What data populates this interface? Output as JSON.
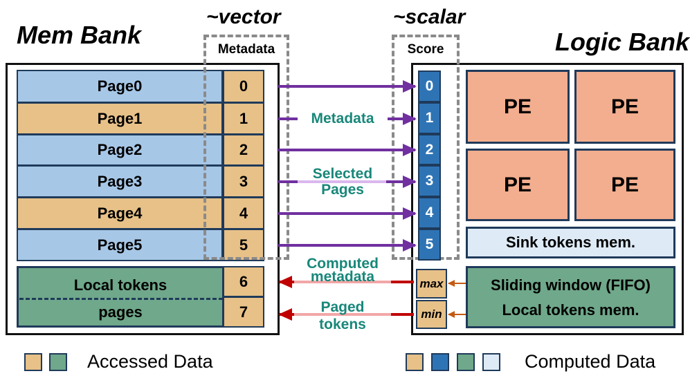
{
  "mem_bank": {
    "title": "Mem Bank",
    "pages": [
      {
        "label": "Page0",
        "meta": "0",
        "color": "#a7c7e7"
      },
      {
        "label": "Page1",
        "meta": "1",
        "color": "#e7c188"
      },
      {
        "label": "Page2",
        "meta": "2",
        "color": "#a7c7e7"
      },
      {
        "label": "Page3",
        "meta": "3",
        "color": "#a7c7e7"
      },
      {
        "label": "Page4",
        "meta": "4",
        "color": "#e7c188"
      },
      {
        "label": "Page5",
        "meta": "5",
        "color": "#a7c7e7"
      }
    ],
    "local_top": "Local tokens",
    "local_bottom": "pages",
    "local_meta": [
      "6",
      "7"
    ]
  },
  "vector_box": {
    "title": "~vector",
    "header": "Metadata"
  },
  "scalar_box": {
    "title": "~scalar",
    "header": "Score",
    "scores": [
      "0",
      "1",
      "2",
      "3",
      "4",
      "5"
    ]
  },
  "arrows": {
    "metadata": "Metadata",
    "selected_1": "Selected",
    "selected_2": "Pages",
    "computed_1": "Computed",
    "computed_2": "metadata",
    "paged_1": "Paged",
    "paged_2": "tokens"
  },
  "logic_bank": {
    "title": "Logic Bank",
    "pe_labels": [
      "PE",
      "PE",
      "PE",
      "PE"
    ],
    "sink": "Sink tokens mem.",
    "sliding_1": "Sliding window (FIFO)",
    "sliding_2": "Local tokens mem.",
    "max": "max",
    "min": "min"
  },
  "legend": {
    "accessed": "Accessed Data",
    "computed": "Computed Data"
  },
  "colors": {
    "page_blue": "#a7c7e7",
    "page_tan": "#e7c188",
    "score_blue": "#2e74b5",
    "pe": "#f2ae8e",
    "green": "#6fa88a",
    "sink_light": "#deebf7",
    "arrow_purple": "#7030a0",
    "arrow_red": "#c00000",
    "teal_text": "#18877a"
  }
}
